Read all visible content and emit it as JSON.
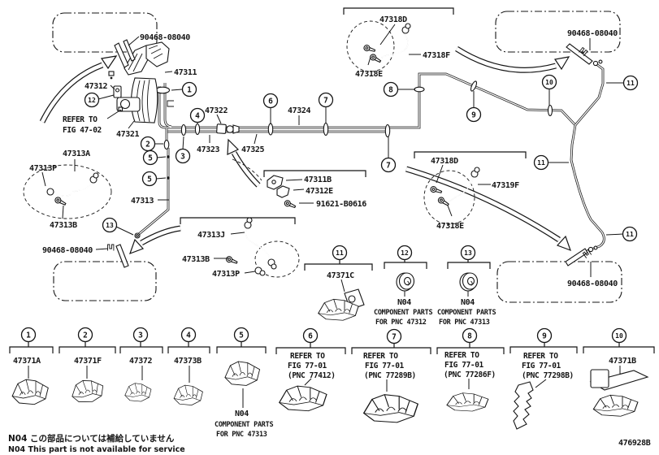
{
  "figure_code": "476928B",
  "notes": {
    "jp": "N04 この部品については補給していません",
    "en": "N04 This part is not available for service"
  },
  "colors": {
    "ink": "#151515",
    "paper": "#ffffff"
  },
  "nums": {
    "n1": "1",
    "n2": "2",
    "n3": "3",
    "n4": "4",
    "n5": "5",
    "n6": "6",
    "n7": "7",
    "n8": "8",
    "n9": "9",
    "n10": "10",
    "n11": "11",
    "n12": "12",
    "n13": "13"
  },
  "parts": {
    "stud_bolt": "90468-08040",
    "p47311": "47311",
    "p47312": "47312",
    "p47321": "47321",
    "p47322": "47322",
    "p47323": "47323",
    "p47324": "47324",
    "p47325": "47325",
    "p47313": "47313",
    "p47313A": "47313A",
    "p47313B": "47313B",
    "p47313P": "47313P",
    "p47313J": "47313J",
    "p47311B": "47311B",
    "p47312E": "47312E",
    "p91621": "91621-B0616",
    "p47318D": "47318D",
    "p47318E": "47318E",
    "p47318F": "47318F",
    "p47319F": "47319F",
    "p47371C": "47371C"
  },
  "texts": {
    "refer_to": "REFER TO",
    "fig_47_02": "FIG 47-02",
    "n04": "N04",
    "component_parts": "COMPONENT PARTS",
    "for_pnc_47312": "FOR PNC 47312",
    "for_pnc_47313": "FOR PNC 47313"
  },
  "detail_groups": {
    "g11": {
      "num": "11",
      "label": "47371C"
    },
    "g12": {
      "num": "12",
      "n04": "N04",
      "line1": "COMPONENT PARTS",
      "line2": "FOR PNC 47312"
    },
    "g13": {
      "num": "13",
      "n04": "N04",
      "line1": "COMPONENT PARTS",
      "line2": "FOR PNC 47313"
    }
  },
  "bottom_items": [
    {
      "num": "1",
      "label": "47371A"
    },
    {
      "num": "2",
      "label": "47371F"
    },
    {
      "num": "3",
      "label": "47372"
    },
    {
      "num": "4",
      "label": "47373B"
    },
    {
      "num": "5",
      "n04": "N04",
      "line1": "COMPONENT PARTS",
      "line2": "FOR PNC 47313"
    },
    {
      "num": "6",
      "lines": [
        "REFER TO",
        "FIG 77-01",
        "(PNC 77412)"
      ]
    },
    {
      "num": "7",
      "lines": [
        "REFER TO",
        "FIG 77-01",
        "(PNC 77289B)"
      ]
    },
    {
      "num": "8",
      "lines": [
        "REFER TO",
        "FIG 77-01",
        "(PNC 77286F)"
      ]
    },
    {
      "num": "9",
      "lines": [
        "REFER TO",
        "FIG 77-01",
        "(PNC 77298B)"
      ]
    },
    {
      "num": "10",
      "label": "47371B"
    }
  ]
}
